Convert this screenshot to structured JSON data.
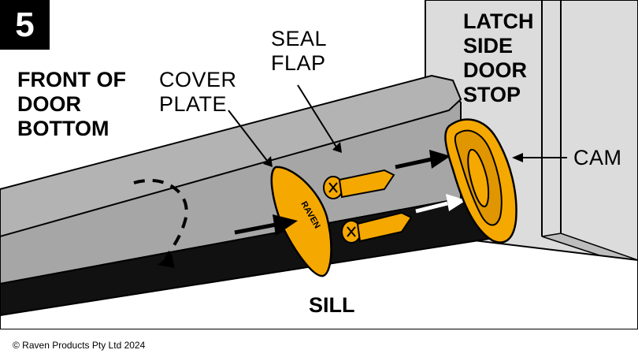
{
  "step": {
    "number": "5"
  },
  "labels": {
    "front_of_door_bottom": [
      "FRONT OF",
      "DOOR",
      "BOTTOM"
    ],
    "cover_plate": [
      "COVER",
      "PLATE"
    ],
    "seal_flap": [
      "SEAL",
      "FLAP"
    ],
    "latch_side_door_stop": [
      "LATCH",
      "SIDE",
      "DOOR",
      "STOP"
    ],
    "cam": "CAM",
    "sill": "SILL",
    "cover_plate_brand": "RAVEN"
  },
  "footer": {
    "copyright": "© Raven Products Pty Ltd 2024"
  },
  "colors": {
    "frame_grey": "#dcdcdc",
    "door_bottom_grey": "#a6a6a6",
    "flap_grey": "#b3b3b3",
    "sill_black": "#111111",
    "part_yellow": "#f5a800",
    "outline": "#000000"
  }
}
